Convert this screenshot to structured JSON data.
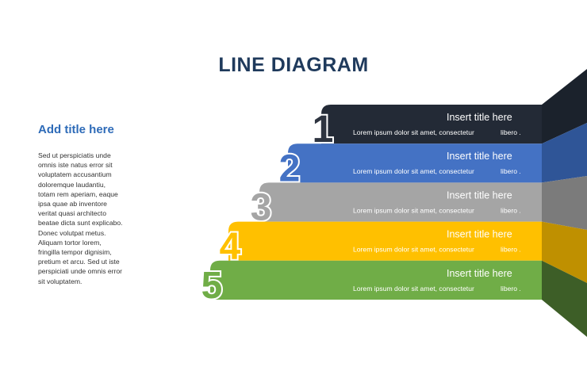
{
  "title": "LINE DIAGRAM",
  "sidebar": {
    "heading": "Add title here",
    "body": "Sed ut perspiciatis unde\nomnis iste natus error sit\nvoluptatem accusantium\ndoloremque laudantiu,\ntotam rem aperiam, eaque\nipsa quae ab inventore\nveritat quasi architecto\nbeatae dicta sunt explicabo.\nDonec volutpat metus.\nAliquam tortor lorem,\nfringilla tempor dignisim,\npretium et arcu. Sed ut iste\nperspiciati unde omnis error\nsit voluptatem."
  },
  "steps": [
    {
      "number": "1",
      "title": "Insert title here",
      "description": "Lorem ipsum dolor sit amet, consectetur",
      "suffix": "libero .",
      "color": "#232a36",
      "side_color": "#1b222c"
    },
    {
      "number": "2",
      "title": "Insert title here",
      "description": "Lorem ipsum dolor sit amet, consectetur",
      "suffix": "libero .",
      "color": "#4472c4",
      "side_color": "#2f5597"
    },
    {
      "number": "3",
      "title": "Insert title here",
      "description": "Lorem ipsum dolor sit amet, consectetur",
      "suffix": "libero .",
      "color": "#a5a5a5",
      "side_color": "#7b7b7b"
    },
    {
      "number": "4",
      "title": "Insert title here",
      "description": "Lorem ipsum dolor sit amet, consectetur",
      "suffix": "libero .",
      "color": "#ffc000",
      "side_color": "#bf9000"
    },
    {
      "number": "5",
      "title": "Insert title here",
      "description": "Lorem ipsum dolor sit amet, consectetur",
      "suffix": "libero .",
      "color": "#70ad47",
      "side_color": "#3d5e27"
    }
  ]
}
